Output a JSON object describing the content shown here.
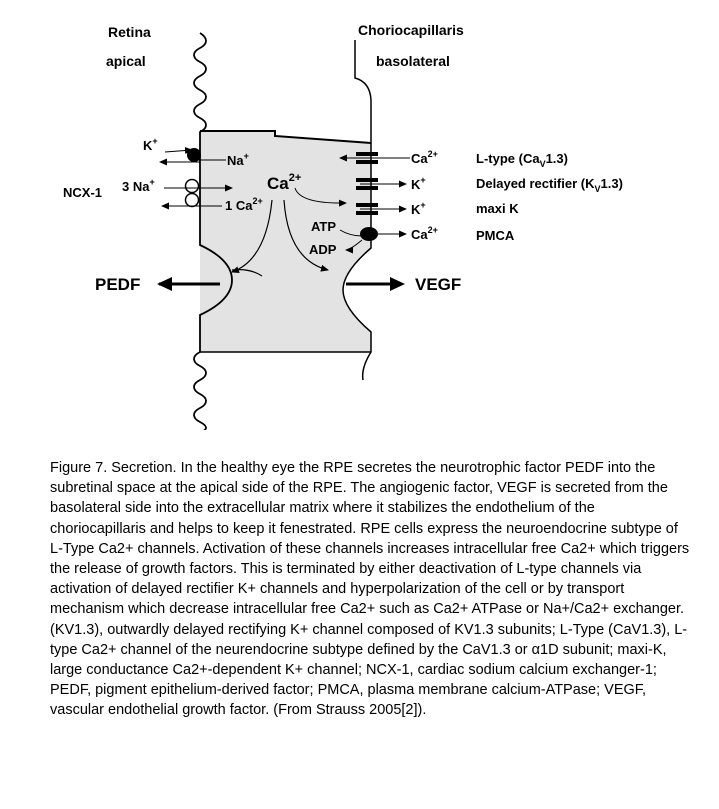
{
  "diagram": {
    "retina": "Retina",
    "apical": "apical",
    "choriocapillaris": "Choriocapillaris",
    "basolateral": "basolateral",
    "k": "K",
    "k_sup": "+",
    "na": "Na",
    "na_sup": "+",
    "ncx1": "NCX-1",
    "three_na": "3 Na",
    "three_na_sup": "+",
    "one_ca": "1 Ca",
    "one_ca_sup": "2+",
    "ca_center": "Ca",
    "ca_center_sup": "2+",
    "atp": "ATP",
    "adp": "ADP",
    "ch_ca1": "Ca",
    "ch_ca1_sup": "2+",
    "ch_k1": "K",
    "ch_k1_sup": "+",
    "ch_k2": "K",
    "ch_k2_sup": "+",
    "ch_ca2": "Ca",
    "ch_ca2_sup": "2+",
    "ltype": "L-type (Ca",
    "ltype_sub": "V",
    "ltype_end": "1.3)",
    "delayed": "Delayed rectifier (K",
    "delayed_sub": "V",
    "delayed_end": "1.3)",
    "maxik": "maxi K",
    "pmca": "PMCA",
    "pedf": "PEDF",
    "vegf": "VEGF"
  },
  "caption": "Figure 7.  Secretion. In the healthy eye the RPE secretes the neurotrophic factor PEDF into the subretinal space at the apical side of the RPE. The angiogenic factor, VEGF is secreted from the basolateral side into the extracellular matrix where it stabilizes the endothelium of the choriocapillaris and helps to keep it fenestrated. RPE cells express the neuroendocrine subtype of L-Type Ca2+ channels. Activation of these channels increases intracellular free Ca2+ which triggers the release of growth factors. This is terminated by either deactivation of L-type channels via activation of delayed rectifier K+ channels and hyperpolarization of the cell or by transport mechanism which decrease intracellular free Ca2+ such as Ca2+ ATPase or Na+/Ca2+ exchanger. (KV1.3), outwardly delayed rectifying K+ channel composed of KV1.3 subunits;  L-Type (CaV1.3), L-type Ca2+ channel of the neurendocrine subtype defined by the CaV1.3 or α1D subunit; maxi-K, large conductance Ca2+-dependent K+ channel; NCX-1, cardiac sodium calcium exchanger-1; PEDF, pigment epithelium-derived factor; PMCA, plasma membrane calcium-ATPase; VEGF, vascular endothelial growth factor. (From Strauss 2005[2])."
}
